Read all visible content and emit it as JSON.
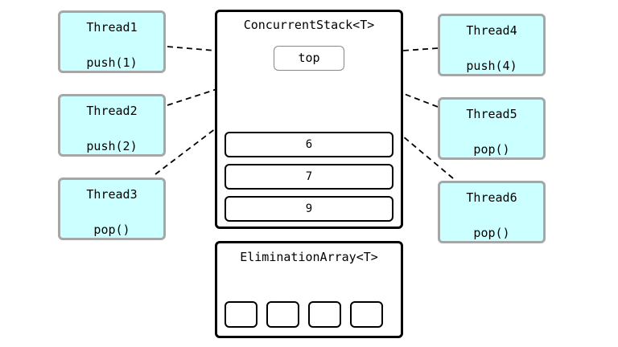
{
  "stack": {
    "title": "ConcurrentStack<T>",
    "top_label": "top",
    "cells": [
      "6",
      "7",
      "9"
    ]
  },
  "elimination": {
    "title": "EliminationArray<T>"
  },
  "threads": [
    {
      "name": "Thread1",
      "op": "push(1)"
    },
    {
      "name": "Thread2",
      "op": "push(2)"
    },
    {
      "name": "Thread3",
      "op": "pop()"
    },
    {
      "name": "Thread4",
      "op": "push(4)"
    },
    {
      "name": "Thread5",
      "op": "pop()"
    },
    {
      "name": "Thread6",
      "op": "pop()"
    }
  ],
  "colors": {
    "thread_fill": "#ccffff",
    "thread_border": "#a6a6a6",
    "line": "#000000"
  }
}
